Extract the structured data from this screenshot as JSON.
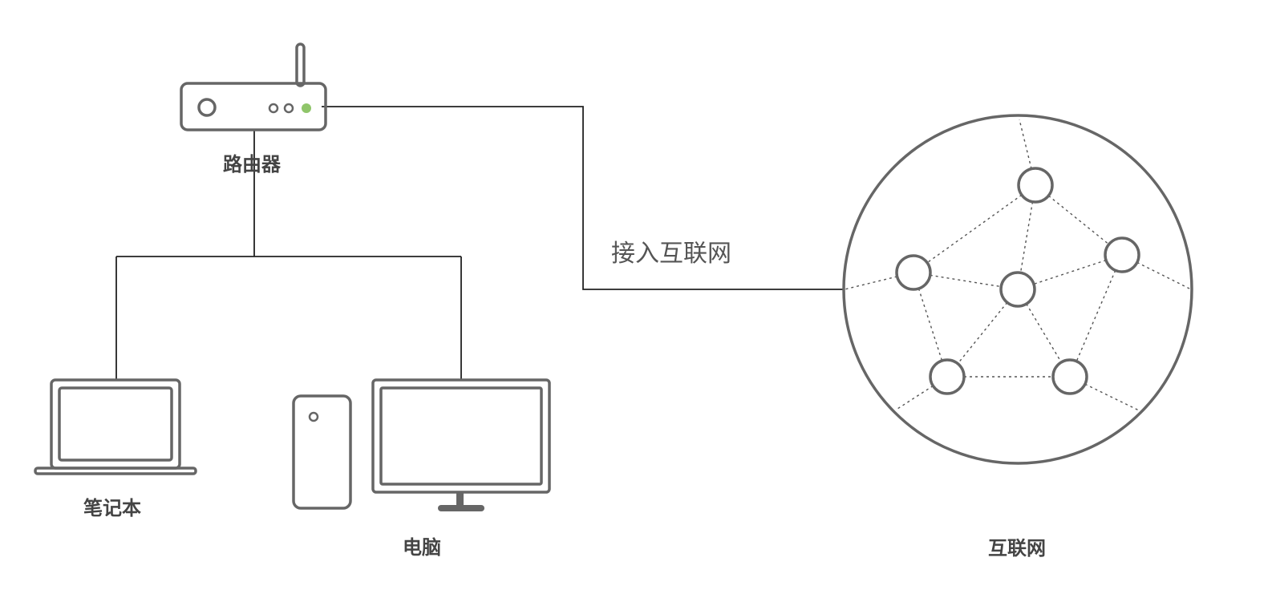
{
  "labels": {
    "router": "路由器",
    "laptop": "笔记本",
    "computer": "电脑",
    "internet": "互联网",
    "connection": "接入互联网"
  },
  "colors": {
    "device_stroke": "#666666",
    "wire": "#222222",
    "router_led": "#8fc56a",
    "label_text": "#444444"
  },
  "icons": [
    "router-icon",
    "laptop-icon",
    "desktop-tower-icon",
    "monitor-icon",
    "internet-globe-icon"
  ]
}
